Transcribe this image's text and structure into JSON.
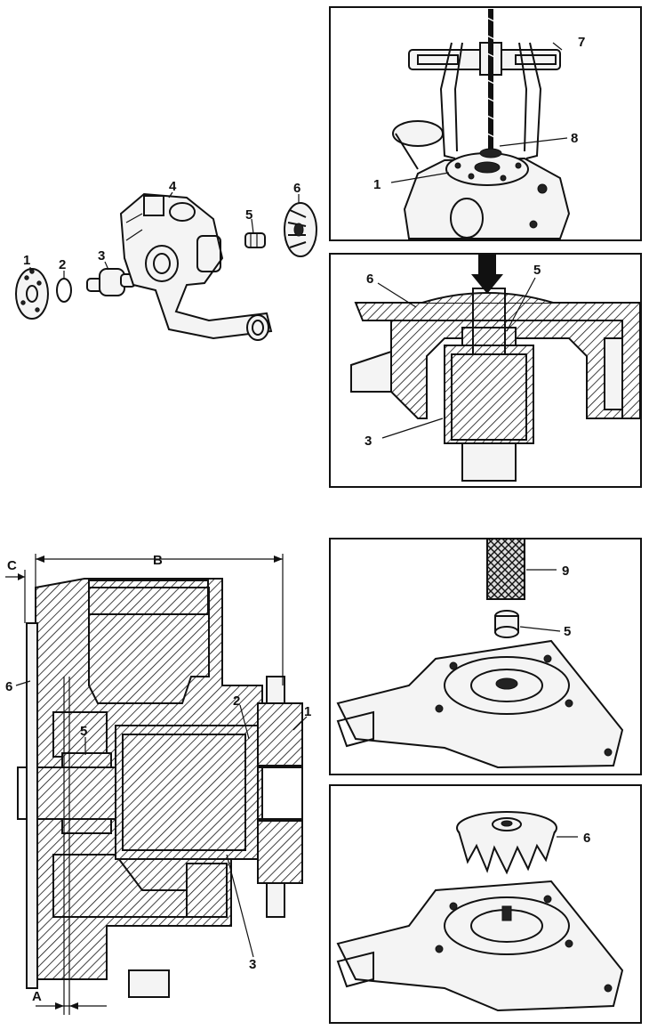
{
  "exploded_view": {
    "labels": [
      "1",
      "2",
      "3",
      "4",
      "5",
      "6"
    ]
  },
  "puller_view": {
    "labels": [
      "7",
      "8",
      "1"
    ]
  },
  "press_section_view": {
    "labels": [
      "6",
      "5",
      "3"
    ]
  },
  "dimension_section_view": {
    "labels": [
      "C",
      "B",
      "6",
      "5",
      "2",
      "1",
      "3",
      "A"
    ]
  },
  "seal_install_view": {
    "labels": [
      "9",
      "5"
    ]
  },
  "impeller_install_view": {
    "labels": [
      "6"
    ]
  }
}
